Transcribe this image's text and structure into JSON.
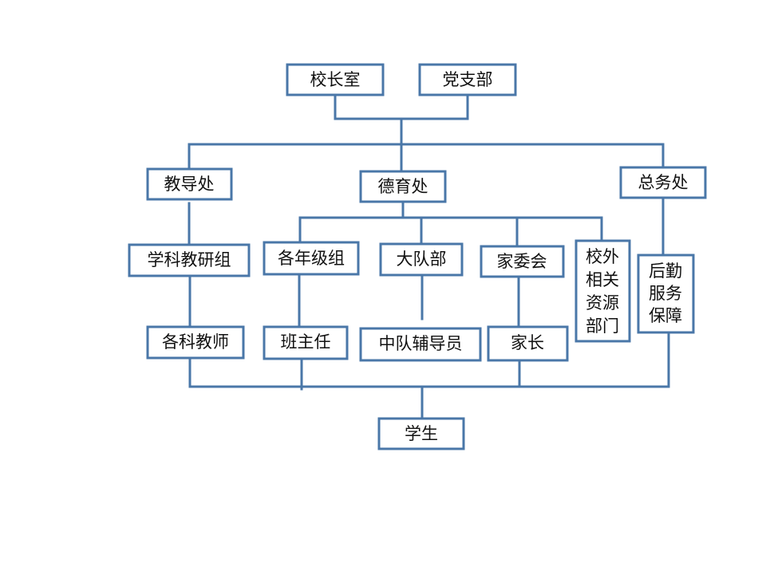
{
  "colors": {
    "stroke": "#4a77a8",
    "background": "#ffffff",
    "text": "#111111"
  },
  "nodes": {
    "principal_office": "校长室",
    "party_branch": "党支部",
    "academic_affairs": "教导处",
    "moral_education": "德育处",
    "general_affairs": "总务处",
    "teaching_research": "学科教研组",
    "grade_groups": "各年级组",
    "brigade": "大队部",
    "parents_committee": "家委会",
    "external_resources": [
      "校外",
      "相关",
      "资源",
      "部门"
    ],
    "logistics": [
      "后勤",
      "服务",
      "保障"
    ],
    "subject_teachers": "各科教师",
    "class_teacher": "班主任",
    "squad_counselor": "中队辅导员",
    "parents": "家长",
    "students": "学生"
  }
}
